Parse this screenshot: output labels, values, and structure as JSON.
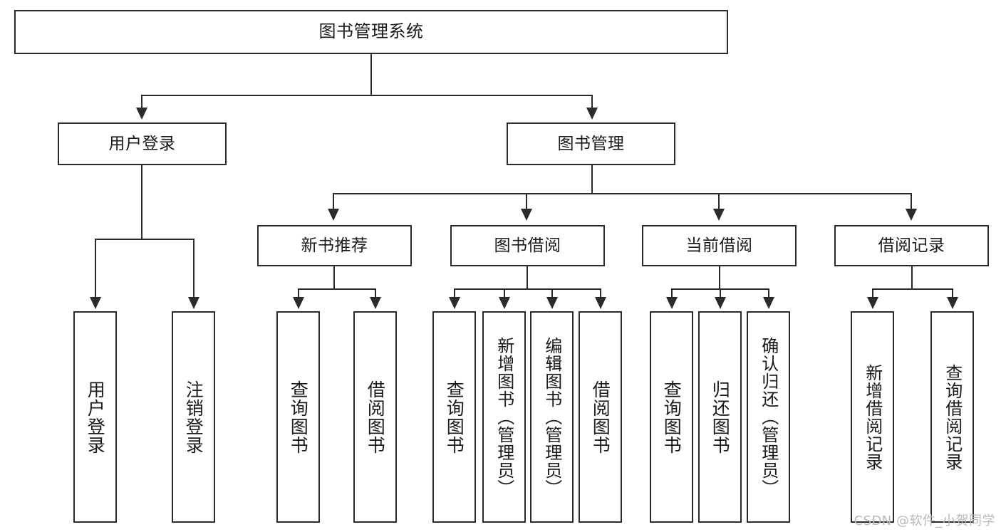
{
  "diagram": {
    "title": "图书管理系统",
    "watermark": "CSDN @软件_小贺同学",
    "level1": [
      {
        "id": "user-login",
        "label": "用户登录"
      },
      {
        "id": "book-management",
        "label": "图书管理"
      }
    ],
    "level2": [
      {
        "id": "new-book-recommend",
        "label": "新书推荐"
      },
      {
        "id": "book-borrow",
        "label": "图书借阅"
      },
      {
        "id": "current-borrow",
        "label": "当前借阅"
      },
      {
        "id": "borrow-record",
        "label": "借阅记录"
      }
    ],
    "leaves": {
      "user_login": [
        {
          "id": "leaf-user-login",
          "label": "用户登录"
        },
        {
          "id": "leaf-logout",
          "label": "注销登录"
        }
      ],
      "new_book_recommend": [
        {
          "id": "leaf-query-book-1",
          "label": "查询图书"
        },
        {
          "id": "leaf-borrow-book-1",
          "label": "借阅图书"
        }
      ],
      "book_borrow": [
        {
          "id": "leaf-query-book-2",
          "label": "查询图书"
        },
        {
          "id": "leaf-add-book",
          "label": "新增图书（管理员）"
        },
        {
          "id": "leaf-edit-book",
          "label": "编辑图书（管理员）"
        },
        {
          "id": "leaf-borrow-book-2",
          "label": "借阅图书"
        }
      ],
      "current_borrow": [
        {
          "id": "leaf-query-book-3",
          "label": "查询图书"
        },
        {
          "id": "leaf-return-book",
          "label": "归还图书"
        },
        {
          "id": "leaf-confirm-return",
          "label": "确认归还（管理员）"
        }
      ],
      "borrow_record": [
        {
          "id": "leaf-add-record",
          "label": "新增借阅记录"
        },
        {
          "id": "leaf-query-record",
          "label": "查询借阅记录"
        }
      ]
    },
    "colors": {
      "stroke": "#2b2b2b",
      "fill": "#ffffff",
      "text": "#1a1a1a",
      "watermark": "#b9b9b9"
    }
  }
}
